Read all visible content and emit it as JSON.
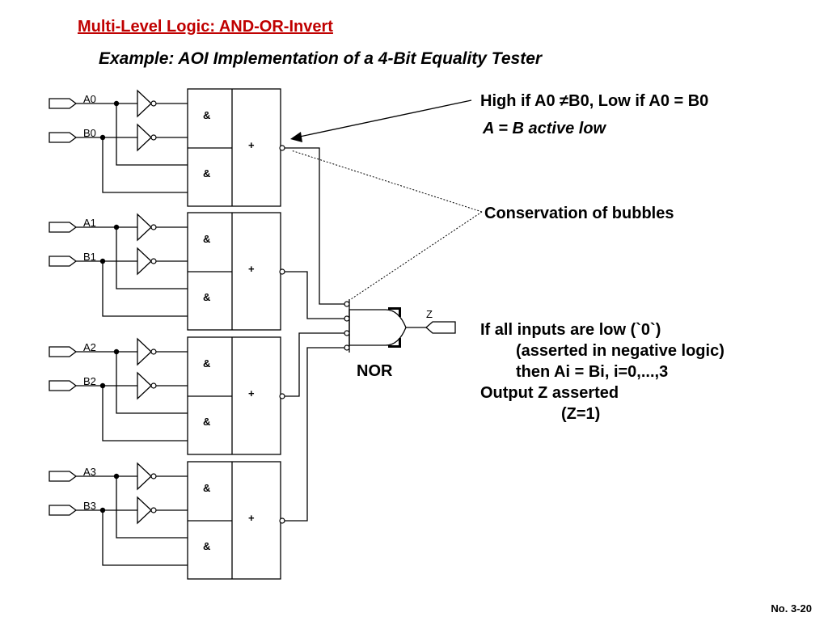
{
  "title": "Multi-Level Logic: AND-OR-Invert",
  "subtitle": "Example: AOI Implementation of a 4-Bit Equality Tester",
  "annotations": {
    "high_low": "High if A0 ≠B0,  Low if A0 = B0",
    "active_low": "A = B active low",
    "bubbles": "Conservation of bubbles",
    "cond_1": "If all inputs are low (`0`)",
    "cond_2": "(asserted in negative logic)",
    "cond_3": "then Ai = Bi, i=0,...,3",
    "cond_4": "Output Z asserted",
    "cond_5": "(Z=1)"
  },
  "gate_symbols": {
    "and": "&",
    "or": "+"
  },
  "nor_label": "NOR",
  "output_label": "Z",
  "input_labels": [
    "A0",
    "B0",
    "A1",
    "B1",
    "A2",
    "B2",
    "A3",
    "B3"
  ],
  "slide_number": "No. 3-20"
}
